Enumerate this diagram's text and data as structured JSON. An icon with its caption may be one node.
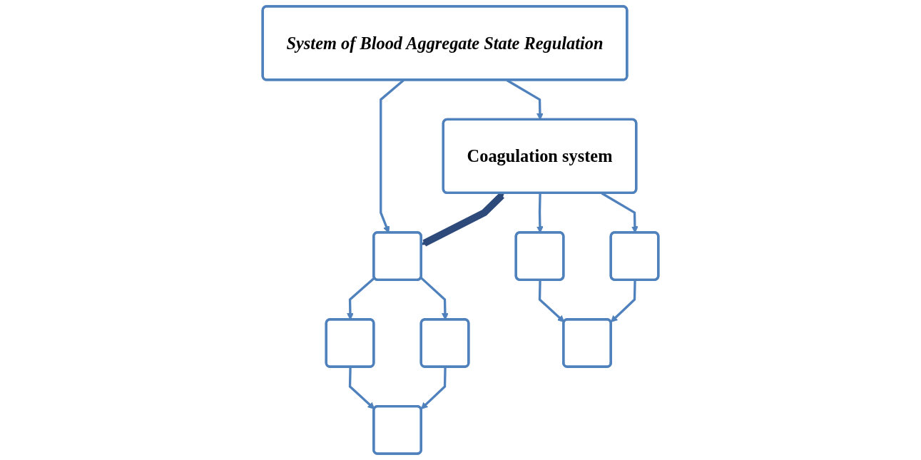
{
  "diagram": {
    "nodes": [
      {
        "text": [
          "System of Blood Aggregate State Regulation"
        ]
      },
      {
        "text": [
          "Coagulation system"
        ]
      },
      {
        "text": [],
        "shape": "box"
      },
      {
        "text": [],
        "shape": "box"
      },
      {
        "text": [],
        "shape": "box"
      },
      {
        "text": [],
        "shape": "box"
      },
      {
        "text": [],
        "shape": "box"
      },
      {
        "text": [],
        "shape": "box"
      },
      {
        "text": [],
        "shape": "box"
      }
    ],
    "edges": [
      {
        "from": 0,
        "to": 1,
        "arrow": "to"
      },
      {
        "from": 0,
        "to": 2,
        "arrow": "to"
      },
      {
        "from": 1,
        "to": 2,
        "arrow": "both",
        "style": "thick",
        "color": "#2e4a7a"
      },
      {
        "from": 1,
        "to": 3,
        "arrow": "to"
      },
      {
        "from": 1,
        "to": 4,
        "arrow": "to"
      },
      {
        "from": 2,
        "to": 5,
        "arrow": "to"
      },
      {
        "from": 2,
        "to": 6,
        "arrow": "to"
      },
      {
        "from": 3,
        "to": 7,
        "arrow": "to"
      },
      {
        "from": 4,
        "to": 7,
        "arrow": "to"
      },
      {
        "from": 5,
        "to": 8,
        "arrow": "to"
      },
      {
        "from": 6,
        "to": 8,
        "arrow": "to"
      }
    ]
  }
}
